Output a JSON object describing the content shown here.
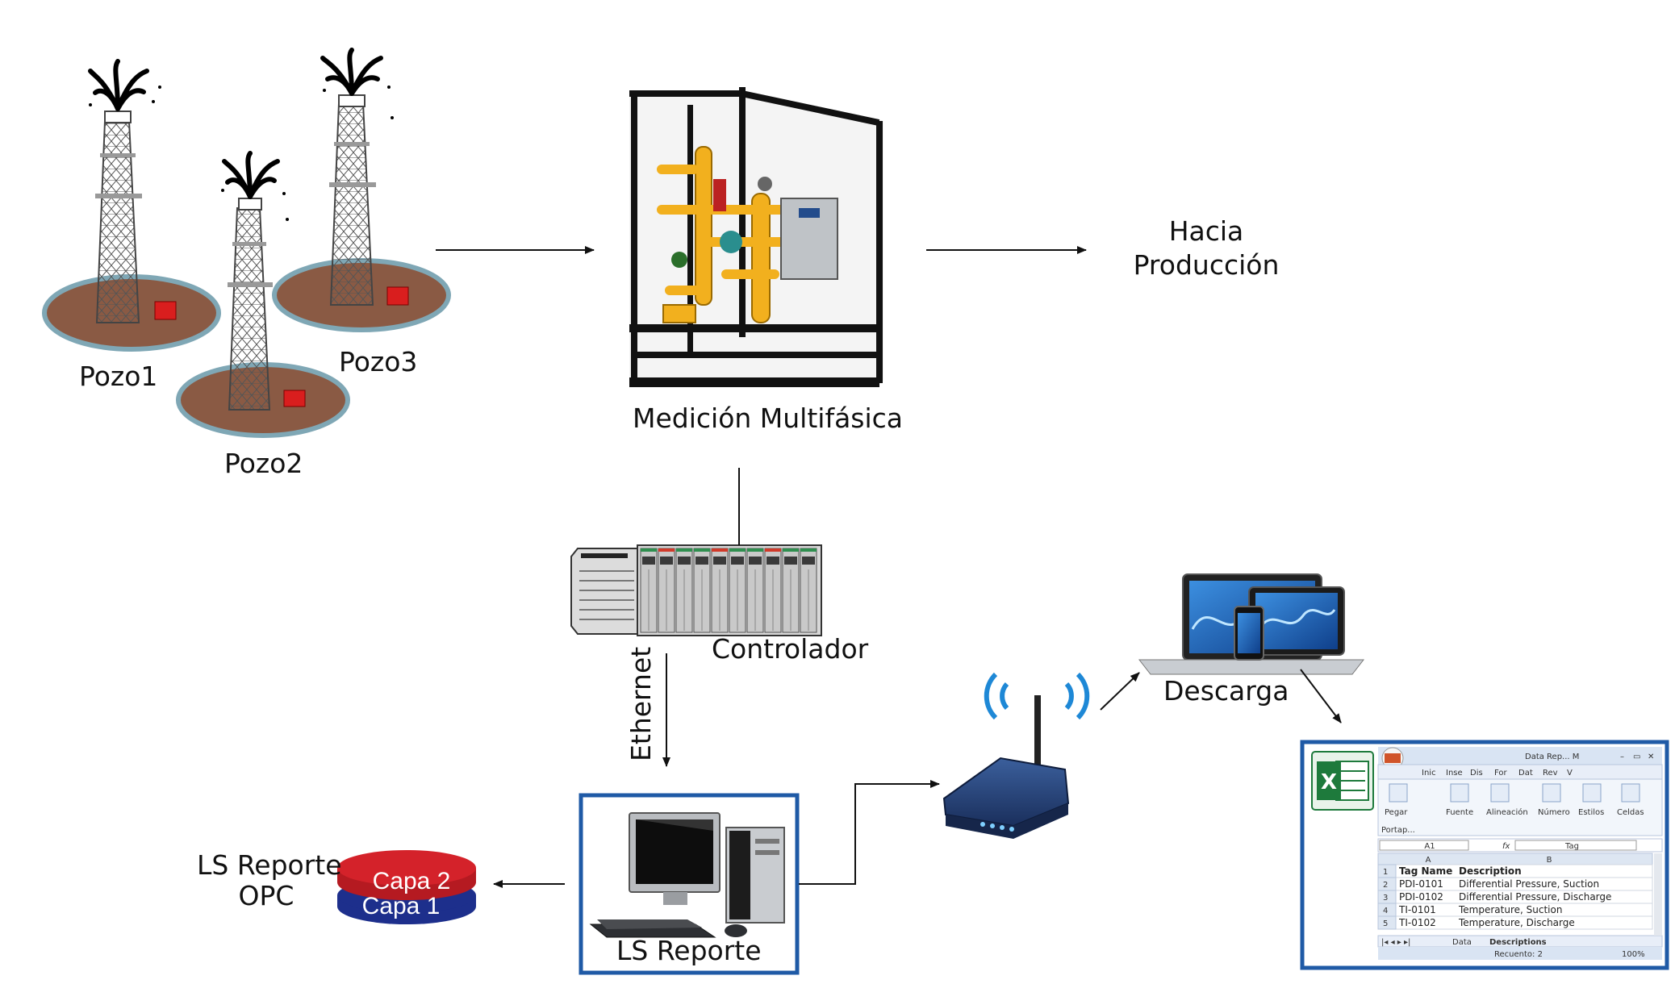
{
  "wells": {
    "w1": "Pozo1",
    "w2": "Pozo2",
    "w3": "Pozo3"
  },
  "meter_label": "Medición Multifásica",
  "production_label": [
    "Hacia",
    "Producción"
  ],
  "controller_label": "Controlador",
  "link_label": "Ethernet",
  "pc_label": "LS Reporte",
  "opc": {
    "label_lines": [
      "LS Reporte",
      "OPC"
    ],
    "layer_top": "Capa  2",
    "layer_bottom": "Capa 1"
  },
  "download_label": "Descarga",
  "excel": {
    "title": "Data Rep... M",
    "tabs": [
      "Inic",
      "Inse",
      "Dis",
      "For",
      "Dat",
      "Rev",
      "V"
    ],
    "groups": [
      "Pegar",
      "Fuente",
      "Alineación",
      "Número",
      "Estilos",
      "Celdas"
    ],
    "clipboard": "Portap...",
    "cell_ref": "A1",
    "formula_value": "Tag",
    "col_headers": [
      "A",
      "B"
    ],
    "rows": [
      {
        "n": "1",
        "a": "Tag Name",
        "b": "Description"
      },
      {
        "n": "2",
        "a": "PDI-0101",
        "b": "Differential Pressure, Suction"
      },
      {
        "n": "3",
        "a": "PDI-0102",
        "b": "Differential Pressure, Discharge"
      },
      {
        "n": "4",
        "a": "TI-0101",
        "b": "Temperature, Suction"
      },
      {
        "n": "5",
        "a": "TI-0102",
        "b": "Temperature, Discharge"
      }
    ],
    "sheet_tabs": [
      "Data",
      "Descriptions"
    ],
    "status": "Recuento: 2",
    "zoom": "100%"
  },
  "colors": {
    "frame_blue": "#1f5aa6",
    "soil": "#8a5a44",
    "soil_rim": "#7fa7b5",
    "layer_red": "#d4222a",
    "layer_blue": "#1d2f8c",
    "excel_green": "#1e7a3c",
    "machine_yellow": "#f2b01e"
  },
  "icons": [
    "oil-derrick-icon",
    "multiphase-meter-icon",
    "plc-controller-icon",
    "desktop-pc-icon",
    "wireless-router-icon",
    "laptop-tablet-phone-icon",
    "database-layers-icon",
    "excel-logo-icon"
  ]
}
